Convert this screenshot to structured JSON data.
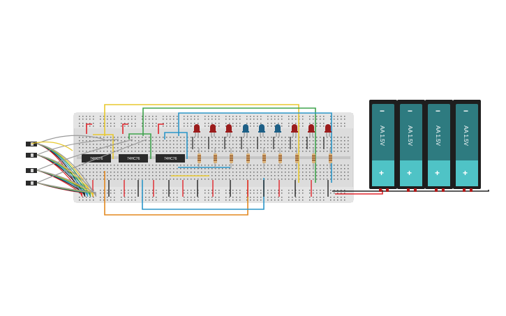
{
  "ic_chips": [
    {
      "label": "74HC76"
    },
    {
      "label": "74HC76"
    },
    {
      "label": "74HC76"
    }
  ],
  "batteries": [
    {
      "label": "AA 1.5V",
      "minus": "−",
      "plus": "+"
    },
    {
      "label": "AA 1.5V",
      "minus": "−",
      "plus": "+"
    },
    {
      "label": "AA 1.5V",
      "minus": "−",
      "plus": "+"
    },
    {
      "label": "AA 1.5V",
      "minus": "−",
      "plus": "+"
    }
  ],
  "leds": [
    "red",
    "red",
    "red",
    "blue",
    "blue",
    "blue",
    "red",
    "red",
    "red"
  ],
  "colors": {
    "led_red": "#9b1c1c",
    "led_blue": "#1d5f86",
    "breadboard": "#dcdcdc",
    "battery_body": "#2e7b80",
    "battery_cap": "#4fc3c6",
    "wire_red": "#e0252b",
    "wire_black": "#222222",
    "wire_yellow": "#e8c82e",
    "wire_green": "#3fa34d",
    "wire_blue": "#2b96c9",
    "wire_orange": "#e3881f",
    "wire_gray": "#9a9a9a"
  },
  "switch_count": 4
}
